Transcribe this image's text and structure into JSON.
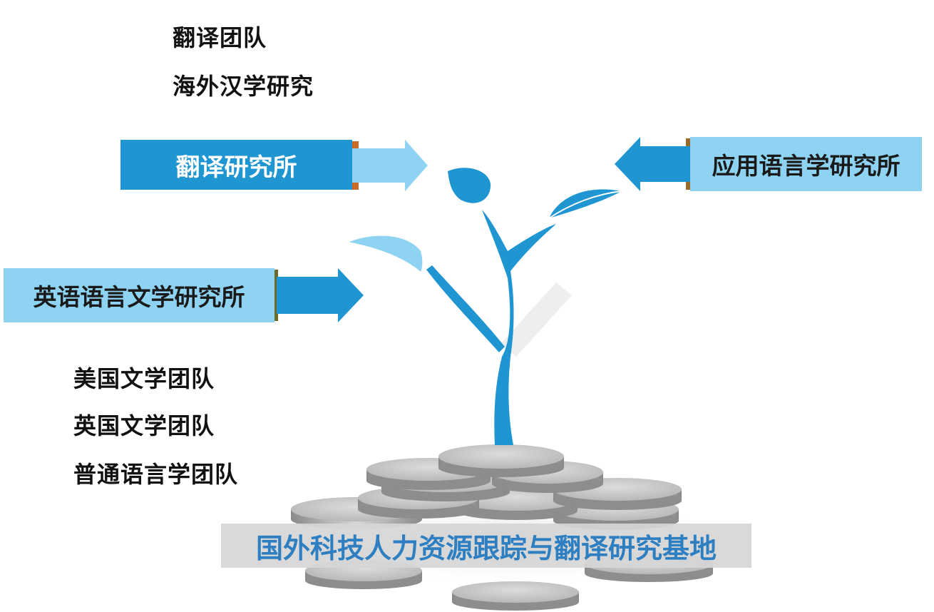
{
  "top_list": [
    "翻译团队",
    "海外汉学研究"
  ],
  "bottom_list": [
    "美国文学团队",
    "英国文学团队",
    "普通语言学团队"
  ],
  "institutes": {
    "translation": "翻译研究所",
    "applied_linguistics": "应用语言学研究所",
    "english_literature": "英语语言文学研究所"
  },
  "base_title": "国外科技人力资源跟踪与翻译研究基地",
  "colors": {
    "dark_blue": "#1f96d1",
    "light_blue": "#8fd3f3",
    "title_blue": "#2e7fc1",
    "coin_gray": "#bdbdbd"
  }
}
